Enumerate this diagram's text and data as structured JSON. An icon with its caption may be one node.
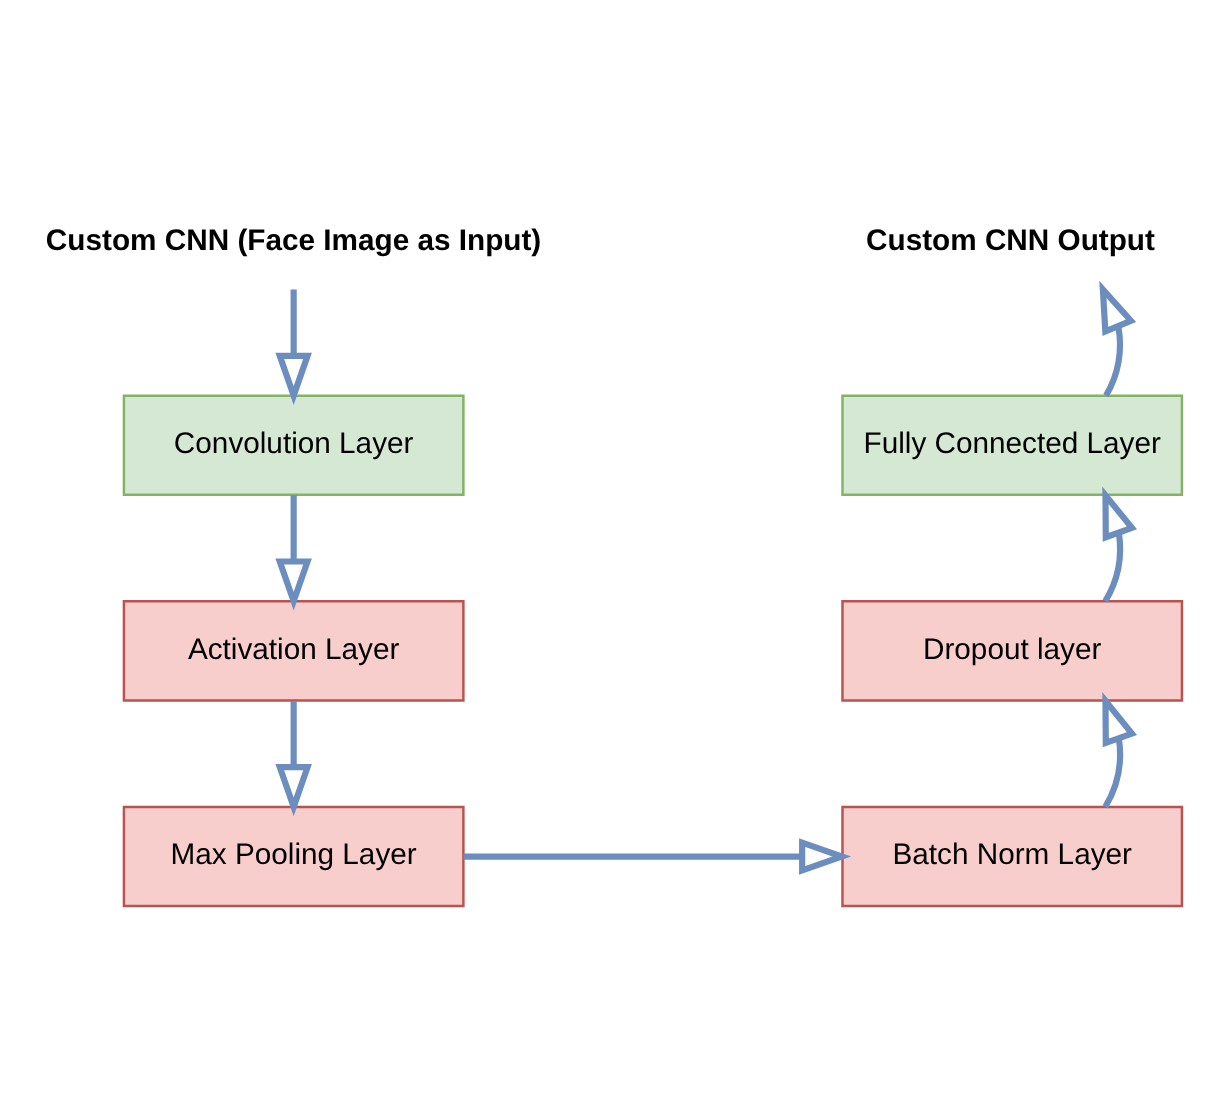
{
  "diagram": {
    "nodes": [
      {
        "text": [
          "Custom CNN (Face Image as Input)"
        ]
      },
      {
        "text": [
          "Convolution Layer"
        ]
      },
      {
        "text": [
          "Activation Layer"
        ]
      },
      {
        "text": [
          "Max Pooling Layer"
        ]
      },
      {
        "text": [
          "Batch Norm Layer"
        ]
      },
      {
        "text": [
          "Dropout layer"
        ]
      },
      {
        "text": [
          "Fully Connected Layer"
        ]
      },
      {
        "text": [
          "Custom CNN Output"
        ]
      }
    ],
    "edges": [
      {
        "from": 0,
        "to": 1,
        "arrow": "to"
      },
      {
        "from": 1,
        "to": 2,
        "arrow": "to"
      },
      {
        "from": 2,
        "to": 3,
        "arrow": "to"
      },
      {
        "from": 3,
        "to": 4,
        "arrow": "to"
      },
      {
        "from": 4,
        "to": 5,
        "arrow": "to"
      },
      {
        "from": 5,
        "to": 6,
        "arrow": "to"
      },
      {
        "from": 6,
        "to": 7,
        "arrow": "to"
      }
    ]
  }
}
